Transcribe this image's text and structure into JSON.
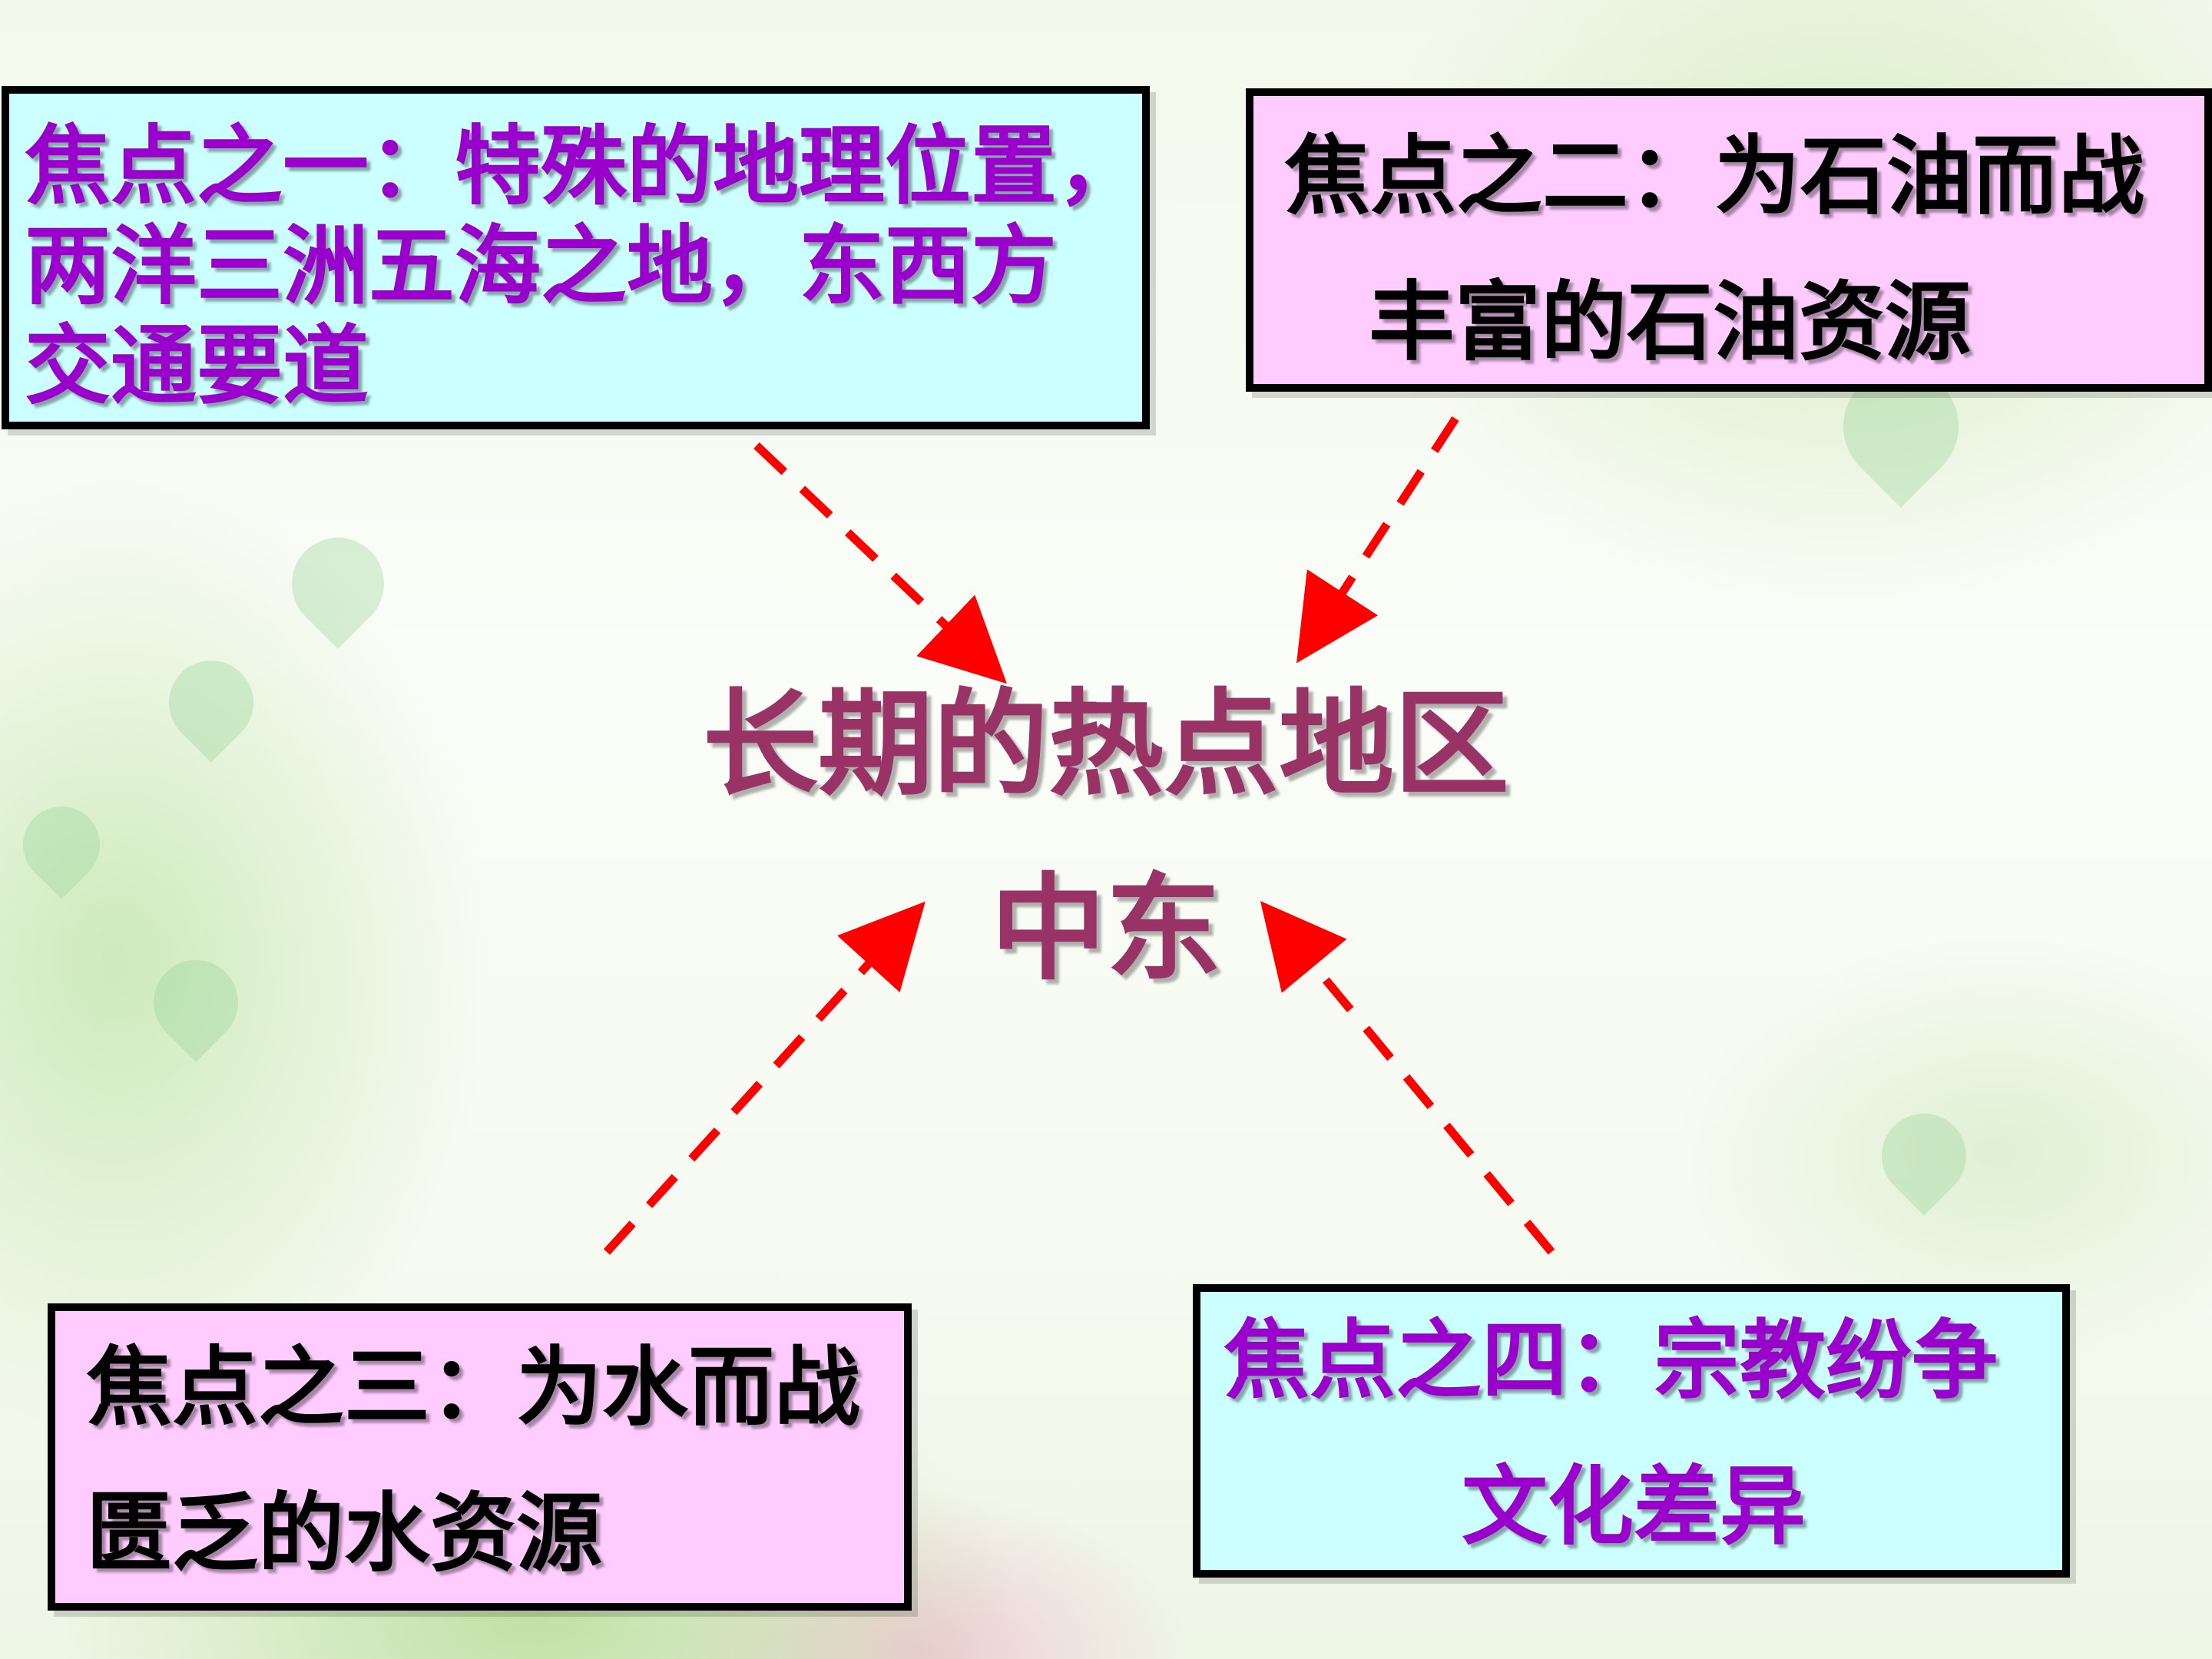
{
  "focus1": {
    "lines": [
      "焦点之一：特殊的地理位置，",
      "两洋三洲五海之地，东西方",
      "交通要道"
    ]
  },
  "focus2": {
    "title": "焦点之二：为石油而战",
    "subtitle": "丰富的石油资源"
  },
  "focus3": {
    "title": "焦点之三：为水而战",
    "subtitle": "匮乏的水资源"
  },
  "focus4": {
    "title": "焦点之四：宗教纷争",
    "subtitle": "文化差异"
  },
  "center": {
    "title": "长期的热点地区",
    "region": "中东"
  },
  "colors": {
    "cyan_box": "#ccffff",
    "pink_box": "#ffccff",
    "purple_text": "#9900cc",
    "center_text": "#993366",
    "arrow": "#ff0000"
  }
}
